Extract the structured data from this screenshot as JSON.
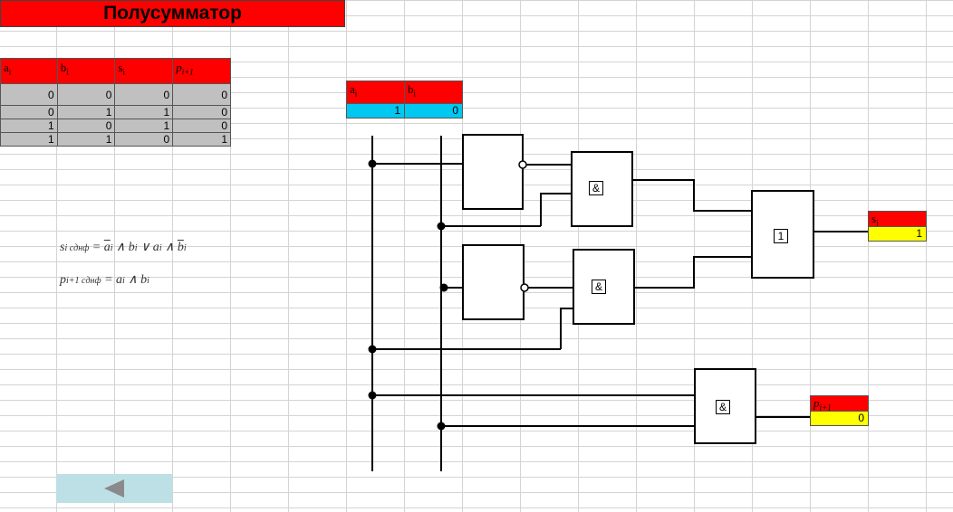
{
  "title": "Полусумматор",
  "truth_table": {
    "headers": [
      "a",
      "b",
      "s",
      "p"
    ],
    "header_subs": [
      "i",
      "i",
      "i",
      "i+1"
    ],
    "rows": [
      [
        "0",
        "0",
        "0",
        "0"
      ],
      [
        "0",
        "1",
        "1",
        "0"
      ],
      [
        "1",
        "0",
        "1",
        "0"
      ],
      [
        "1",
        "1",
        "0",
        "1"
      ]
    ]
  },
  "inputs": {
    "a_label": "a",
    "a_sub": "i",
    "a_value": "1",
    "b_label": "b",
    "b_sub": "i",
    "b_value": "0"
  },
  "outputs": {
    "s_label": "s",
    "s_sub": "i",
    "s_value": "1",
    "p_label": "p",
    "p_sub": "i+1",
    "p_value": "0"
  },
  "gates": {
    "and1": "&",
    "and2": "&",
    "or1": "1",
    "and3": "&"
  },
  "formulas": {
    "s_lhs": "s",
    "s_lhs_sub": "i сднф",
    "p_lhs": "p",
    "p_lhs_sub": "i+1 сднф"
  },
  "colors": {
    "header": "#ff0000",
    "input_value": "#00c8f0",
    "output_value": "#ffff00",
    "table_body": "#c0c0c0",
    "back_button": "#bde0e6"
  },
  "icons": {
    "back": "triangle-left-icon"
  }
}
